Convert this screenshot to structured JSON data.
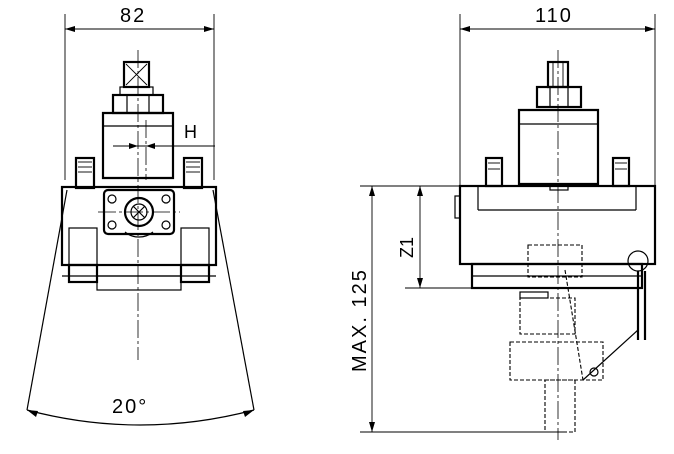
{
  "front_view": {
    "width_dim": "82",
    "offset_dim": "H",
    "angle_dim": "20°"
  },
  "side_view": {
    "width_dim": "110",
    "z1_dim": "Z1",
    "max_dim": "MAX. 125"
  }
}
